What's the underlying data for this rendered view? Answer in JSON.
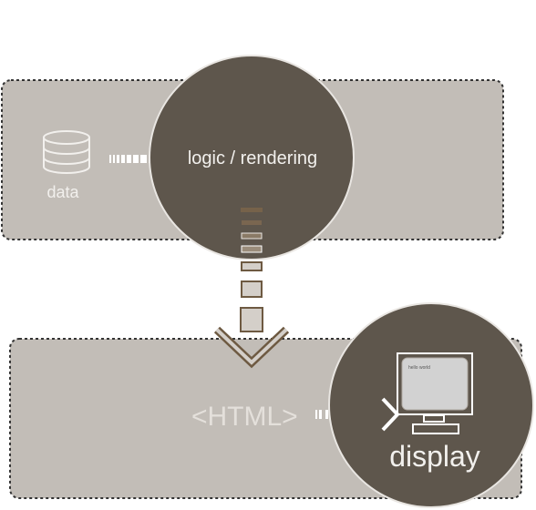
{
  "diagram": {
    "top_panel": {
      "data_icon": "database-icon",
      "data_label": "data",
      "node_label": "logic / rendering"
    },
    "bottom_panel": {
      "html_label": "<HTML>",
      "monitor_icon": "monitor-icon",
      "screen_text": "hello world",
      "node_label": "display"
    }
  },
  "colors": {
    "panel_fill": "#c2bdb7",
    "panel_border": "#333333",
    "node_fill": "#5e564c",
    "node_stroke": "#e9e6e2",
    "text_light": "#f2f0ed",
    "connector_brown": "#6e5a42",
    "connector_fill": "#d4cfc9"
  }
}
